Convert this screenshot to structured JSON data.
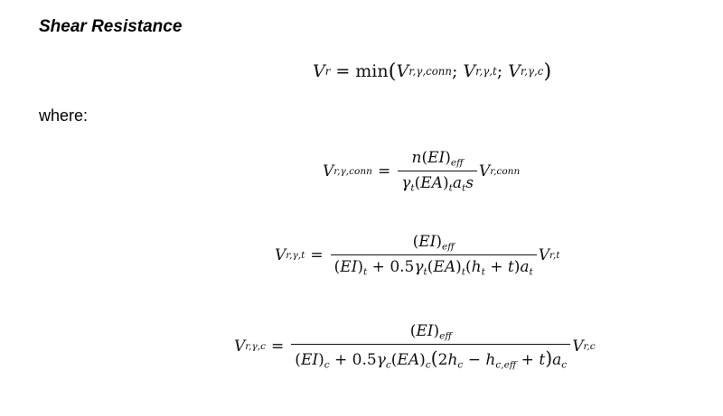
{
  "heading": "Shear Resistance",
  "where_label": "where:",
  "equations": [
    "V_r = min(V_r,γ,conn; V_r,γ,t; V_r,γ,c)",
    "V_r,γ,conn = n(EI)_eff / (γ_t (EA)_t a_t s) · V_r,conn",
    "V_r,γ,t = (EI)_eff / ((EI)_t + 0.5γ_t (EA)_t (h_t + t) a_t) · V_r,t",
    "V_r,γ,c = (EI)_eff / ((EI)_c + 0.5γ_c (EA)_c (2h_c − h_c,eff + t) a_c) · V_r,c"
  ]
}
